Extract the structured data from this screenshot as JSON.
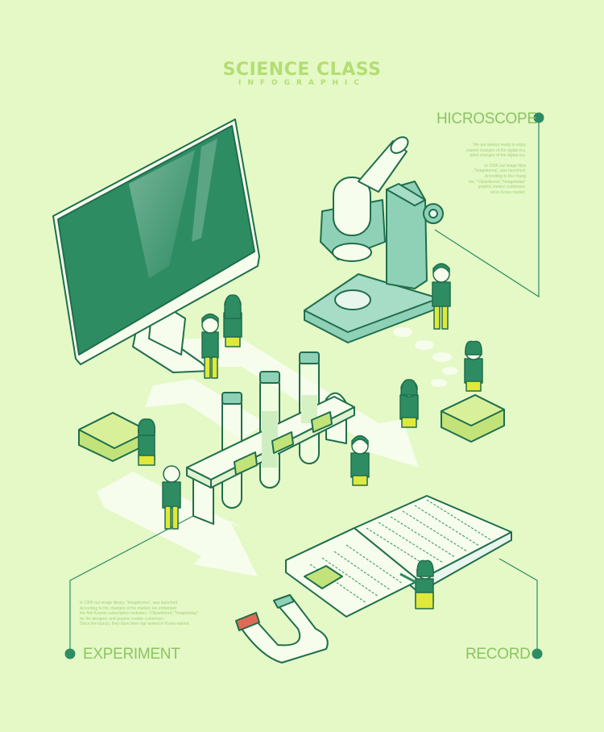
{
  "header": {
    "title": "SCIENCE CLASS",
    "subtitle": "INFOGRAPHIC"
  },
  "sections": {
    "hicroscope": {
      "label": "HICROSCOPE",
      "lines": [
        "We are always ready to enjoy",
        "market changes of the digital era.",
        "arket changes of the digital era.",
        "In 1996 our image libra",
        ", \"Imagekorea\", was launched.",
        "According to the chang",
        "tes, \"Clipartkorea\",\"Imagetoday\"",
        "graphic creator customers.",
        "ed in Korea market."
      ]
    },
    "experiment": {
      "label": "EXPERIMENT",
      "lines": [
        "In 1996 our image library, \"Imagekorea\", was launched.",
        "According to the changes of the market, we embarked",
        "the first Korean subscription websites, \"Clipartkorea\",\"Imagetoday\"",
        "for the designer and graphic creator customers.",
        "Since the launch, they have been top ranked in Korea market."
      ]
    },
    "record": {
      "label": "RECORD"
    }
  },
  "colors": {
    "background": "#e4f9c6",
    "dark_green": "#2e8c63",
    "outline": "#1f6e4d",
    "mint": "#8fd1b7",
    "title_green": "#b4dd73",
    "label_green": "#8cc463",
    "yellow": "#e0e83a",
    "path_white": "#f6fdec"
  },
  "icons": [
    "monitor-icon",
    "microscope-icon",
    "test-tube-rack-icon",
    "magnet-icon",
    "open-book-icon",
    "folder-stack-icon"
  ]
}
